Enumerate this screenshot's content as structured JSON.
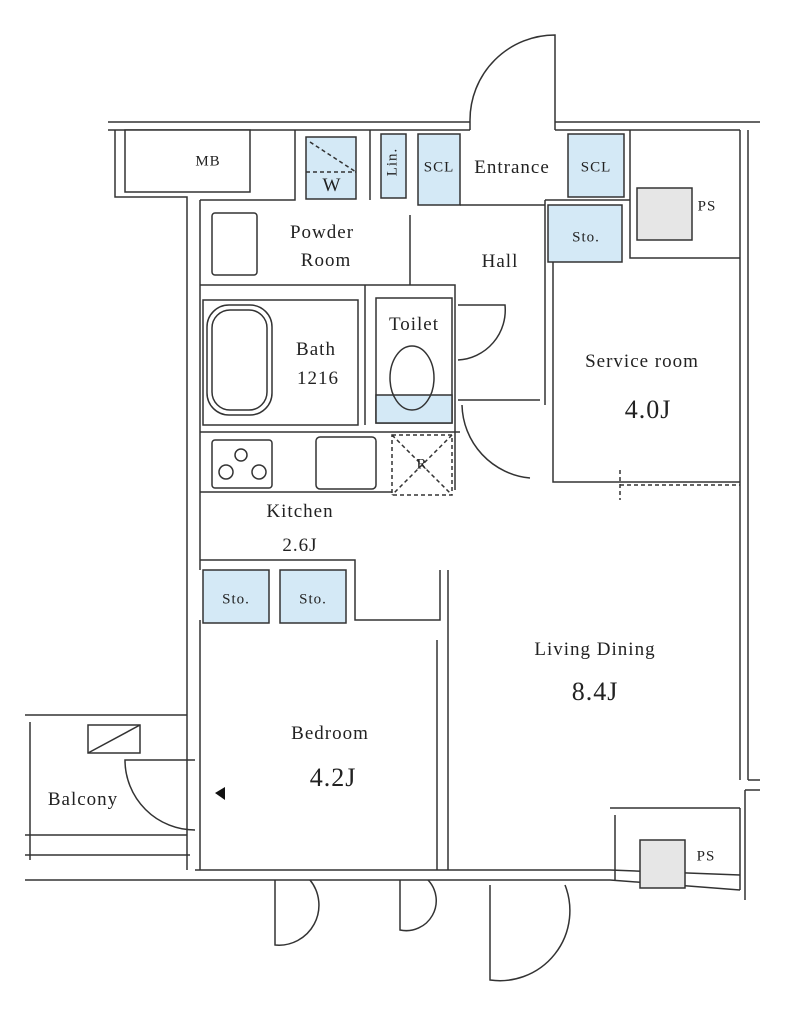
{
  "colors": {
    "storage_fill": "#d4e9f6",
    "ps_fill": "#e6e6e6",
    "line": "#333333"
  },
  "rooms": {
    "mb": "MB",
    "washer": "W",
    "linen": "Lin.",
    "scl_left": "SCL",
    "entrance": "Entrance",
    "scl_right": "SCL",
    "ps_top": "PS",
    "sto_hall": "Sto.",
    "powder_line1": "Powder",
    "powder_line2": "Room",
    "hall": "Hall",
    "toilet": "Toilet",
    "service_room": "Service room",
    "service_size": "4.0J",
    "bath": "Bath",
    "bath_size": "1216",
    "fridge": "R",
    "kitchen": "Kitchen",
    "kitchen_size": "2.6J",
    "sto_1": "Sto.",
    "sto_2": "Sto.",
    "living": "Living Dining",
    "living_size": "8.4J",
    "bedroom": "Bedroom",
    "bedroom_size": "4.2J",
    "balcony": "Balcony",
    "ps_bottom": "PS"
  }
}
